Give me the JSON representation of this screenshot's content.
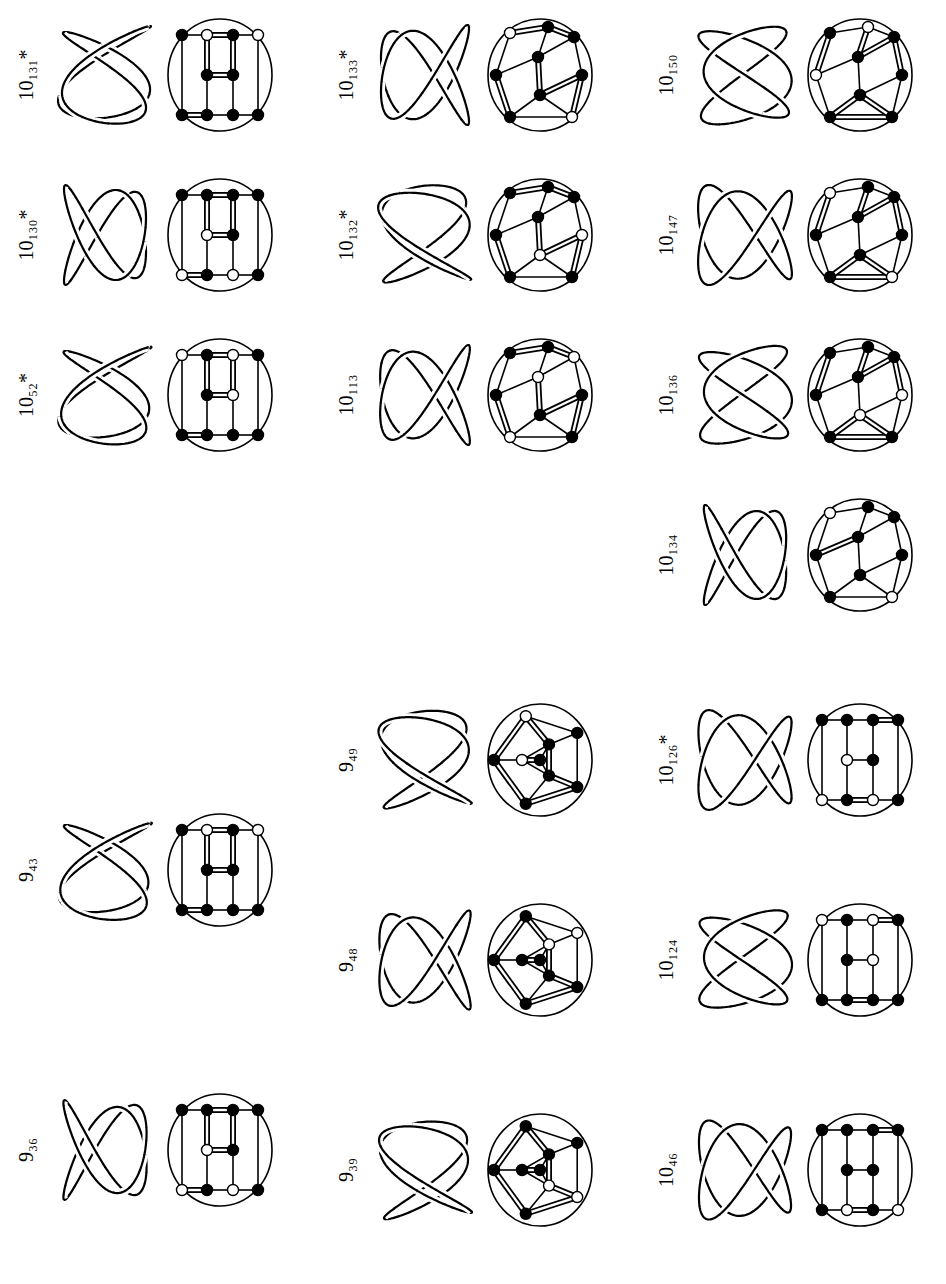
{
  "diagram": {
    "labels": [
      "10₁₃₁*",
      "10₁₃₃*",
      "10₁₅₀",
      "10₁₃₀*",
      "10₁₃₂*",
      "10₁₄₇",
      "10₅₂*",
      "10₁₁₃",
      "10₁₃₆",
      "10₁₃₄",
      "9₄₉",
      "10₁₂₆*",
      "9₄₃",
      "9₄₈",
      "10₁₂₄",
      "9₃₆",
      "9₃₉",
      "10₄₆"
    ]
  }
}
